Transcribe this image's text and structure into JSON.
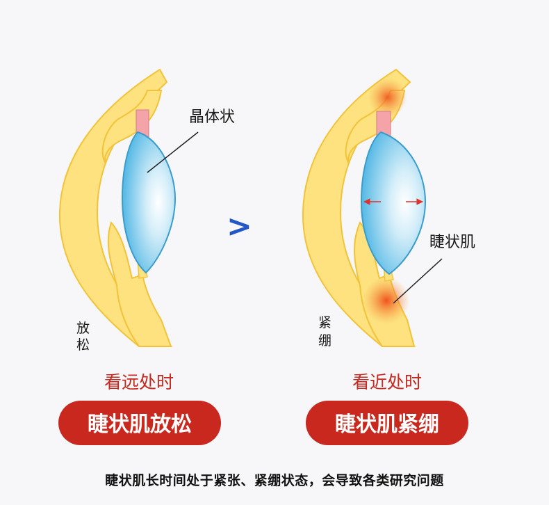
{
  "labels": {
    "lens": "晶体状",
    "ciliary_muscle": "睫状肌",
    "relaxed_char_1": "放",
    "relaxed_char_2": "松",
    "tense_char_1": "紧",
    "tense_char_2": "绷"
  },
  "comparison_symbol": ">",
  "left_panel": {
    "caption": "看远处时",
    "pill": "睫状肌放松"
  },
  "right_panel": {
    "caption": "看近处时",
    "pill": "睫状肌紧绷"
  },
  "bottom_note": "睫状肌长时间处于紧张、紧绷状态，会导致各类研究问题",
  "colors": {
    "eye_wall": "#fde27f",
    "eye_wall_stroke": "#f2c33a",
    "lens": "#6cc4ea",
    "zonule": "#f4a3a8",
    "pill_red": "#c8281e",
    "caption_red": "#c8281e",
    "arrow_blue": "#2357c8",
    "tension_orange": "#f2762e"
  }
}
